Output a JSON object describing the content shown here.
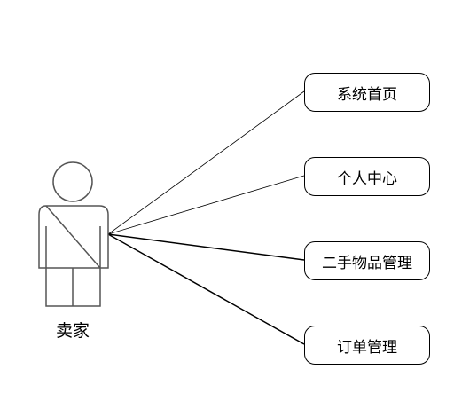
{
  "actor": {
    "label": "卖家"
  },
  "use_cases": [
    {
      "label": "系统首页"
    },
    {
      "label": "个人中心"
    },
    {
      "label": "二手物品管理"
    },
    {
      "label": "订单管理"
    }
  ]
}
